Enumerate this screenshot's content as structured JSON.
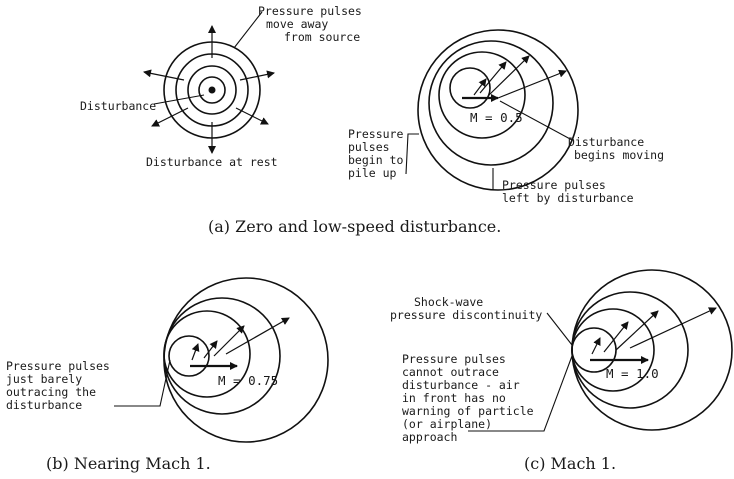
{
  "panel_a": {
    "caption": "(a) Zero and low-speed disturbance.",
    "rest": {
      "label_pulses": [
        "Pressure pulses",
        "move away",
        "from source"
      ],
      "label_disturbance": "Disturbance",
      "label_at_rest": "Disturbance at rest"
    },
    "moving": {
      "mach_label": "M = 0.5",
      "label_pile": [
        "Pressure",
        "pulses",
        "begin to",
        "pile up"
      ],
      "label_begins": [
        "Disturbance",
        "begins moving"
      ],
      "label_left": [
        "Pressure pulses",
        "left by disturbance"
      ]
    }
  },
  "panel_b": {
    "caption": "(b) Nearing Mach 1.",
    "mach_label": "M = 0.75",
    "label_outrace": [
      "Pressure pulses",
      "just barely",
      "outracing the",
      "disturbance"
    ]
  },
  "panel_c": {
    "caption": "(c) Mach 1.",
    "mach_label": "M = 1.0",
    "label_shock": [
      "Shock-wave",
      "pressure discontinuity"
    ],
    "label_cannot": [
      "Pressure pulses",
      "cannot outrace",
      "disturbance - air",
      "in front has no",
      "warning of particle",
      "(or airplane)",
      "approach"
    ]
  }
}
